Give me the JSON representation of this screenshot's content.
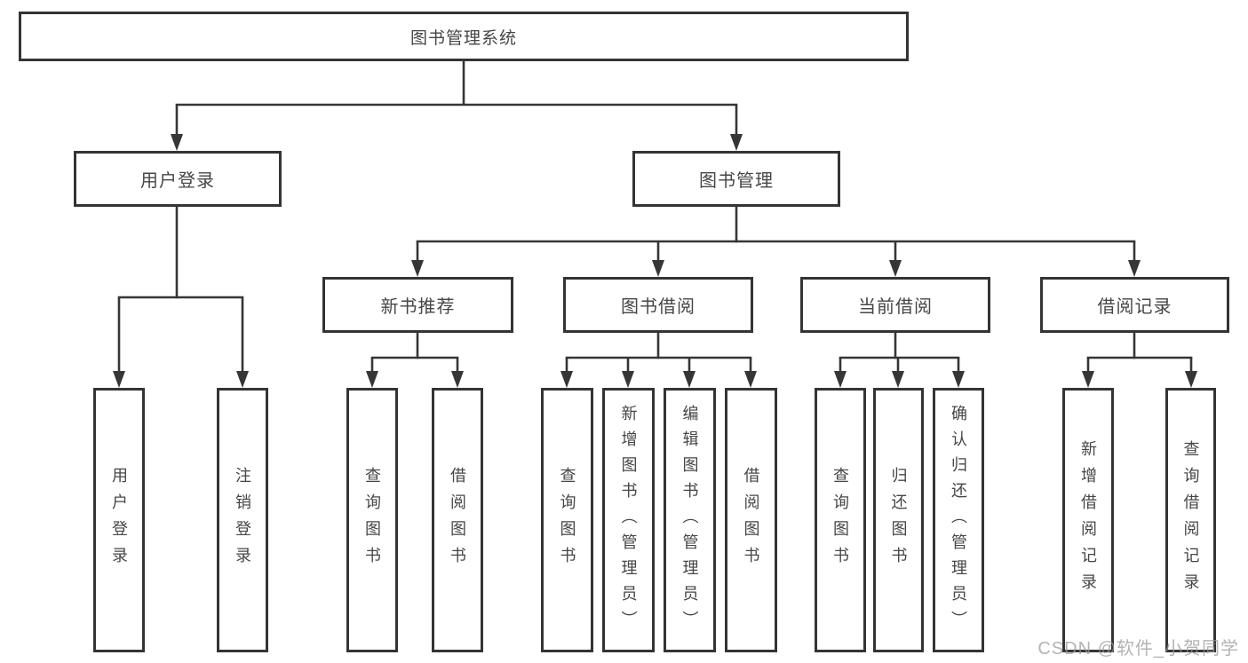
{
  "tree": {
    "root": "图书管理系统",
    "children": [
      {
        "label": "用户登录",
        "children": [
          {
            "label": "用户登录"
          },
          {
            "label": "注销登录"
          }
        ]
      },
      {
        "label": "图书管理",
        "children": [
          {
            "label": "新书推荐",
            "children": [
              {
                "label": "查询图书"
              },
              {
                "label": "借阅图书"
              }
            ]
          },
          {
            "label": "图书借阅",
            "children": [
              {
                "label": "查询图书"
              },
              {
                "label": "新增图书（管理员）"
              },
              {
                "label": "编辑图书（管理员）"
              },
              {
                "label": "借阅图书"
              }
            ]
          },
          {
            "label": "当前借阅",
            "children": [
              {
                "label": "查询图书"
              },
              {
                "label": "归还图书"
              },
              {
                "label": "确认归还（管理员）"
              }
            ]
          },
          {
            "label": "借阅记录",
            "children": [
              {
                "label": "新增借阅记录"
              },
              {
                "label": "查询借阅记录"
              }
            ]
          }
        ]
      }
    ]
  },
  "watermark": {
    "text": "CSDN @软件_小贺同学"
  },
  "colors": {
    "line": "#363636",
    "box_border": "#343434",
    "text": "#464646",
    "watermark": "#9a9a9a",
    "background": "#ffffff"
  }
}
